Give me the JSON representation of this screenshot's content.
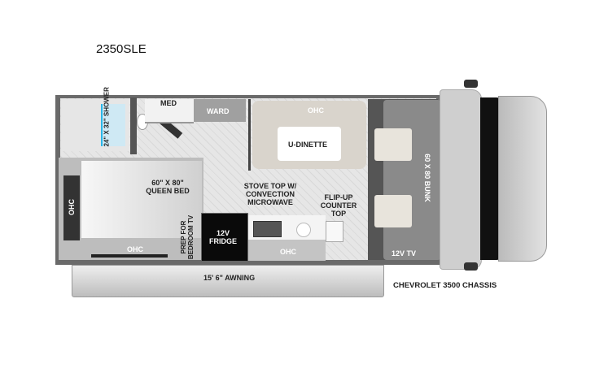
{
  "model": "2350SLE",
  "labels": {
    "shower": "24\" X 32\" SHOWER",
    "med": "MED",
    "ward": "WARD",
    "ohc_dinette": "OHC",
    "dinette": "U-DINETTE",
    "queen_bed": "60\" X 80\" QUEEN BED",
    "ohc_bed_side": "OHC",
    "ohc_bed_bottom": "OHC",
    "prep_tv": "PREP FOR BEDROOM TV",
    "fridge": "12V FRIDGE",
    "stove": "STOVE TOP W/ CONVECTION MICROWAVE",
    "ohc_kitchen": "OHC",
    "flip_up": "FLIP-UP COUNTER TOP",
    "bunk": "60 X 80 BUNK",
    "tv": "12V TV",
    "awning": "15' 6\" AWNING",
    "chassis": "CHEVROLET 3500 CHASSIS"
  },
  "colors": {
    "wall": "#4a4a4a",
    "floor": "#e4e4e4",
    "bunk": "#8a8a8a",
    "shower_accent": "#29b6e8",
    "cab": "#cfcfcf",
    "windshield": "#111111"
  }
}
